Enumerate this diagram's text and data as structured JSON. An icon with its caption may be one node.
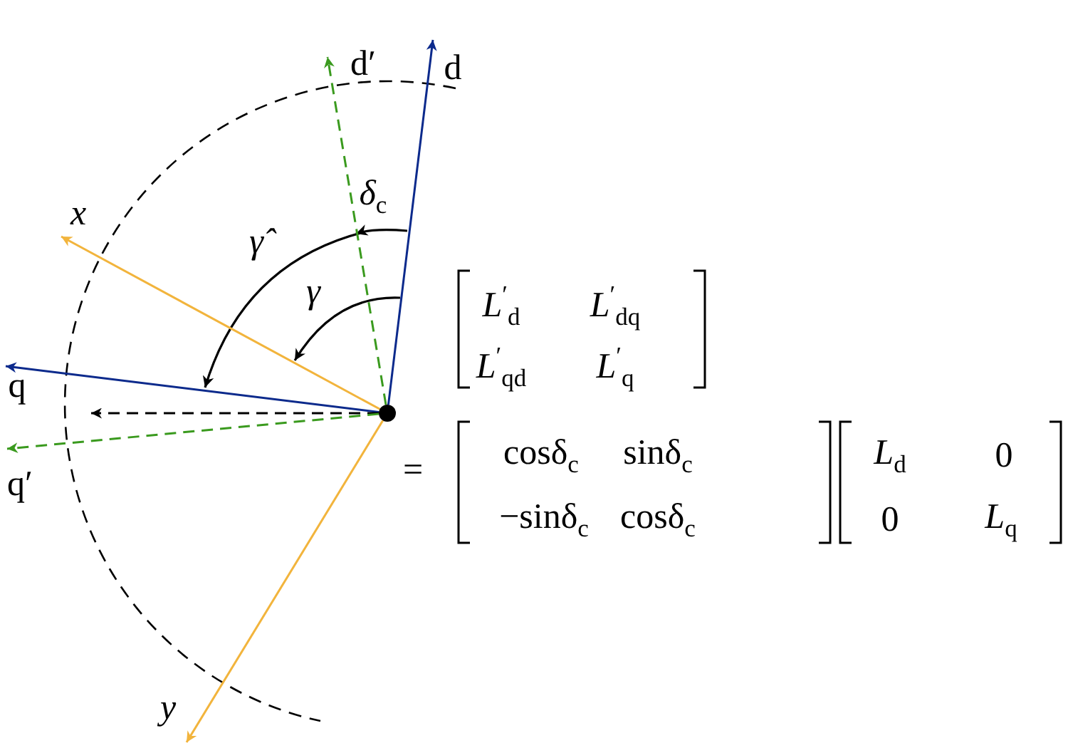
{
  "diagram": {
    "nodes": [
      {
        "text": [],
        "shape": "circle"
      },
      {
        "text": [
          "d′"
        ]
      },
      {
        "text": [
          "d"
        ]
      },
      {
        "text": [
          "x"
        ]
      },
      {
        "text": [
          "q"
        ]
      },
      {
        "text": [
          "q′"
        ]
      },
      {
        "text": [
          "y"
        ]
      }
    ],
    "edges": [
      {
        "from": 0,
        "to": 1,
        "arrow": "to",
        "style": "dashed",
        "color": "#3a9a1e"
      },
      {
        "from": 0,
        "to": 2,
        "arrow": "to",
        "color": "#0c2a8c"
      },
      {
        "from": 0,
        "to": 3,
        "arrow": "to",
        "color": "#f2b43c"
      },
      {
        "from": 0,
        "to": 4,
        "arrow": "to",
        "color": "#0c2a8c"
      },
      {
        "from": 0,
        "to": null,
        "arrow": "to",
        "style": "dashed",
        "color": "#000000"
      },
      {
        "from": 0,
        "to": 5,
        "arrow": "to",
        "style": "dashed",
        "color": "#3a9a1e"
      },
      {
        "from": 0,
        "to": 6,
        "arrow": "to",
        "color": "#f2b43c"
      }
    ],
    "labels": [
      "*δ*$_{c}$",
      "γ̂",
      "γ",
      "*L*$^{′}$$_{d}$",
      "*L*$^{′}$$_{dq}$",
      "*L*$^{′}$$_{qd}$",
      "*L*$^{′}$$_{q}$",
      "=",
      "cosδ$_{c}$",
      "sinδ$_{c}$",
      "−sinδ$_{c}$",
      "cosδ$_{c}$",
      "*L*$_{d}$",
      "0",
      "0",
      "*L*$_{q}$"
    ]
  }
}
